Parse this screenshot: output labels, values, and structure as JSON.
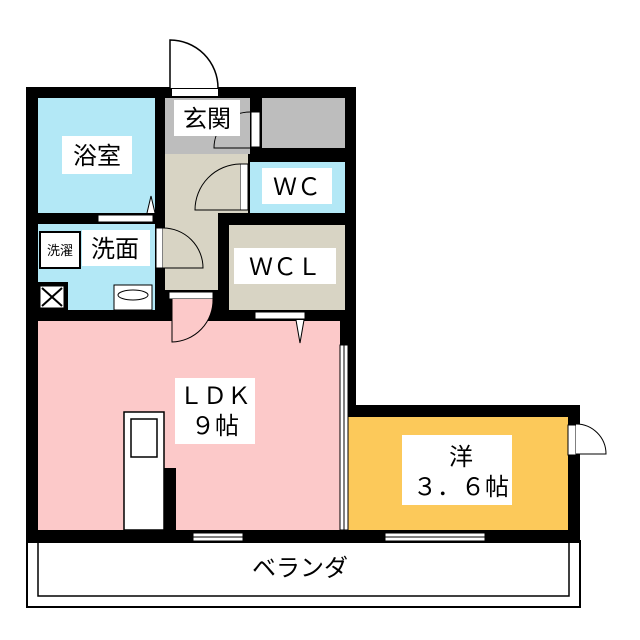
{
  "rooms": {
    "bath": {
      "label": "浴室",
      "color": "#b3e8f6"
    },
    "entrance": {
      "label": "玄関",
      "color": "#bdbdbd"
    },
    "wc": {
      "label": "ＷＣ",
      "color": "#b3e8f6"
    },
    "washroom": {
      "label": "洗面",
      "color": "#b3e8f6"
    },
    "washer": {
      "label": "洗濯"
    },
    "wcl": {
      "label": "ＷＣＬ",
      "color": "#d8d4c4"
    },
    "ldk": {
      "label": "ＬＤＫ",
      "size": "９帖",
      "color": "#fcc9c9"
    },
    "western": {
      "label": "洋",
      "size": "３．６帖",
      "color": "#fcc95a"
    },
    "veranda": {
      "label": "ベランダ"
    }
  },
  "colors": {
    "wall": "#000000",
    "hall": "#d8d4c4",
    "storage": "#bdbdbd"
  }
}
